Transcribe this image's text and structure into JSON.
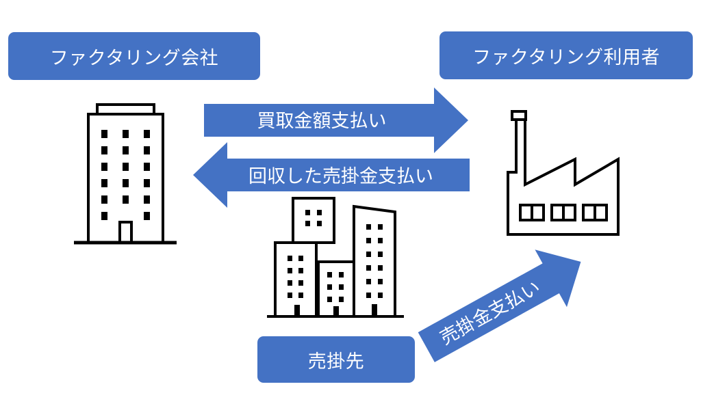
{
  "colors": {
    "accent": "#4472C4",
    "icon": "#000000",
    "text_on_accent": "#FFFFFF",
    "background": "#FFFFFF"
  },
  "nodes": {
    "factoring_company": {
      "label": "ファクタリング会社",
      "icon": "office-building-icon"
    },
    "factoring_user": {
      "label": "ファクタリング利用者",
      "icon": "factory-icon"
    },
    "buyer": {
      "label": "売掛先",
      "icon": "city-buildings-icon"
    }
  },
  "arrows": {
    "purchase_payment": {
      "label": "買取金額支払い",
      "direction": "right"
    },
    "collected_receivable_payment": {
      "label": "回収した売掛金支払い",
      "direction": "left"
    },
    "receivable_payment": {
      "label": "売掛金支払い",
      "direction": "up-right"
    }
  }
}
